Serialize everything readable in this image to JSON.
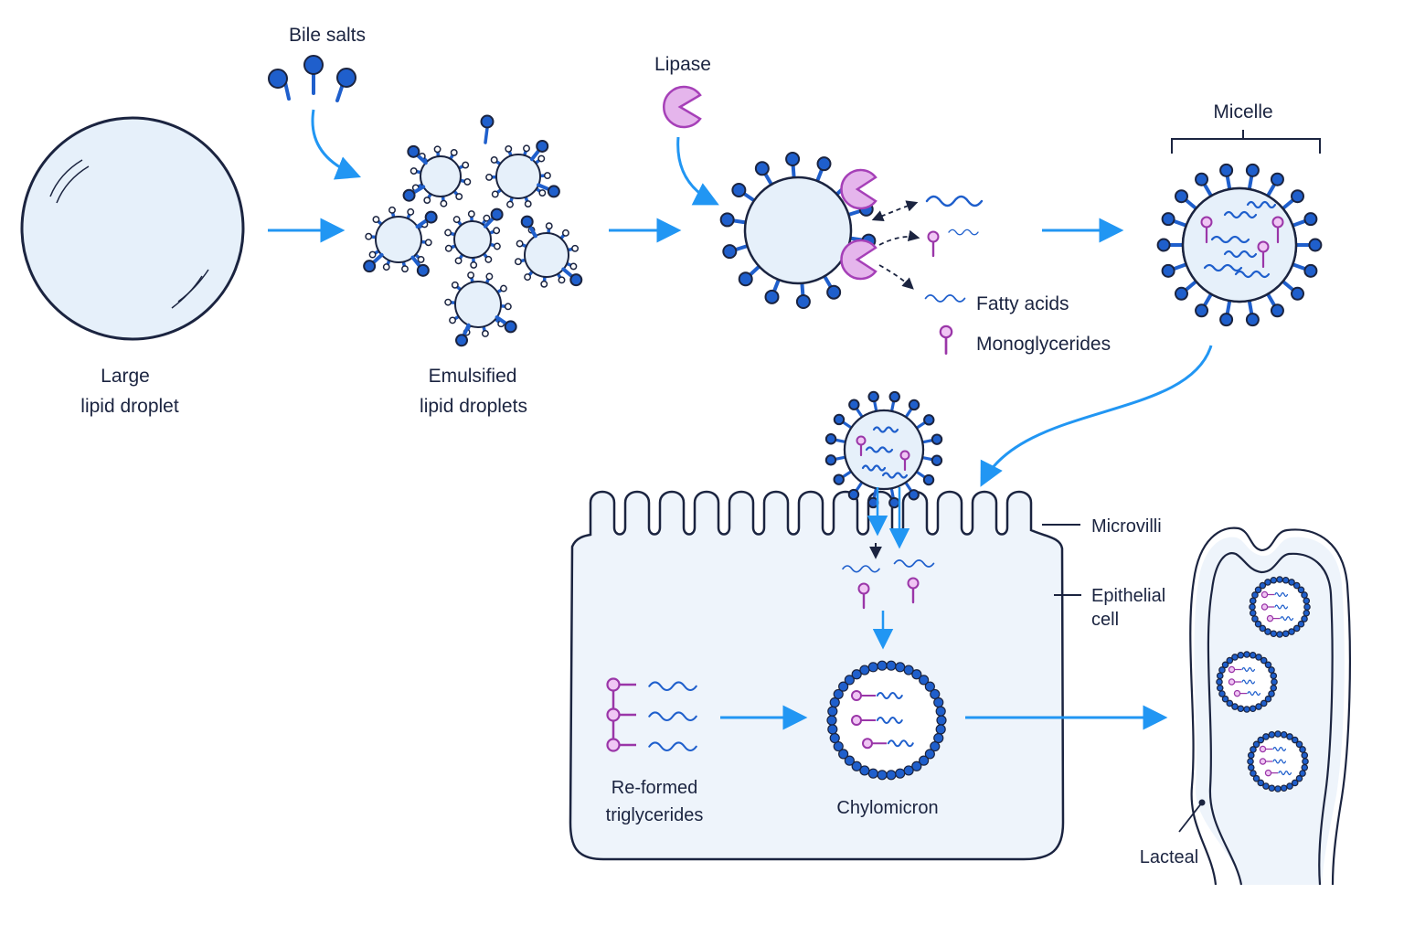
{
  "labels": {
    "bile_salts": "Bile salts",
    "lipase": "Lipase",
    "large_droplet_line1": "Large",
    "large_droplet_line2": "lipid droplet",
    "emulsified_line1": "Emulsified",
    "emulsified_line2": "lipid droplets",
    "micelle": "Micelle",
    "fatty_acids": "Fatty acids",
    "monoglycerides": "Monoglycerides",
    "microvilli": "Microvilli",
    "epithelial_line1": "Epithelial",
    "epithelial_line2": "cell",
    "reformed_line1": "Re-formed",
    "reformed_line2": "triglycerides",
    "chylomicron": "Chylomicron",
    "lacteal": "Lacteal"
  },
  "colors": {
    "outline": "#1b2440",
    "droplet_fill": "#e6f0fa",
    "bile_salt_blue": "#1f5fcc",
    "arrow_blue": "#2196f3",
    "lipase_pink": "#e5b5ec",
    "lipase_stroke": "#a640b8",
    "monoglyceride_purple": "#9a36a8",
    "fatty_acid_blue": "#1f5fcc",
    "cell_fill": "#eef4fb"
  },
  "icons": {
    "bile_salt": "bile-salt-icon",
    "lipase": "lipase-pacman-icon",
    "fatty_acid": "fatty-acid-wave-icon",
    "monoglyceride": "monoglyceride-lollipop-icon"
  }
}
